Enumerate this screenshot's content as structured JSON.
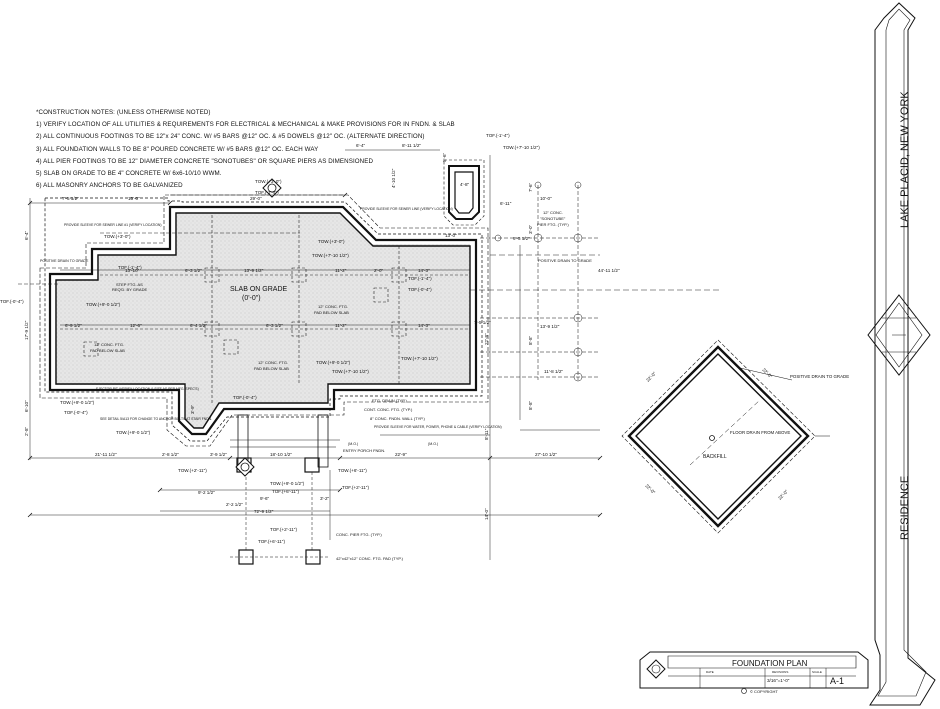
{
  "notes": {
    "heading": "*CONSTRUCTION NOTES: (UNLESS OTHERWISE NOTED)",
    "items": [
      "1) VERIFY LOCATION OF ALL UTILITIES & REQUIREMENTS FOR ELECTRICAL & MECHANICAL & MAKE PROVISIONS FOR IN FNDN. & SLAB",
      "2) ALL CONTINUOUS FOOTINGS TO BE 12\"x 24\" CONC. W/ #5 BARS @12\" OC. & #5 DOWELS @12\" OC. (ALTERNATE DIRECTION)",
      "3) ALL FOUNDATION WALLS TO BE 8\" POURED CONCRETE W/ #5 BARS @12\" OC. EACH WAY",
      "4) ALL PIER FOOTINGS TO BE 12\" DIAMETER CONCRETE \"SONOTUBES\" OR SQUARE PIERS AS DIMENSIONED",
      "5) SLAB ON GRADE TO BE 4\" CONCRETE W/ 6x6-10/10 WWM.",
      "6) ALL MASONRY ANCHORS TO BE GALVANIZED"
    ]
  },
  "plan": {
    "slab_title": "SLAB ON GRADE",
    "slab_elev": "(0'-0\")",
    "labels": {
      "tow_top": "TOW.(+3'-0\")",
      "tof_top": "TOF.(-1'-4\")",
      "tow_left": "TOW.(+3'-0\")",
      "tof_left": "TOF.(-1'-4\")",
      "tof_left_edge": "TOF.(-0'-4\")",
      "tow_mid": "TOW.(+3'-0\")",
      "tow_mid2": "TOW.(+7'-10 1/2\")",
      "tof_right1": "TOF.(-1'-4\")",
      "tof_right2": "TOF.(-0'-4\")",
      "tow_right": "TOW.(+7'-10 1/2\")",
      "tow_low_mid": "TOW.(+9'-0 1/2\")",
      "tow_low_mid2": "TOW.(+7'-10 1/2\")",
      "tof_low": "TOF.(-0'-4\")",
      "tow_low_left": "TOW.(+9'-0 1/2\")",
      "tof_low_left": "TOF.(-0'-4\")",
      "tow_low_left2": "TOW.(+9'-0 1/2\")",
      "tow_step": "TOW.(+9'-0 1/2\")",
      "tof_chim": "TOF.(-1'-4\")",
      "tow_chim": "TOW.(+7'-10 1/2\")",
      "step_ftg_1": "STEP FTG. AS",
      "step_ftg_2": "REQ'D. BY GRADE",
      "ftg_pad_1": "12\" CONC. FTG.",
      "ftg_pad_2": "PAD BELOW SLAB",
      "sleeve_left": "PROVIDE SLEEVE FOR SEWER LINE #1 (VERIFY LOCATION)",
      "sleeve_right": "PROVIDE SLEEVE FOR SEWER LINE (VERIFY LOCATION)",
      "positive_drain": "POSITIVE DRAIN TO GRADE",
      "ejector": "EJECTOR PIT (VERIFY LOCATION & SIZE AS PER MFG. SPEC'S)",
      "see_detail": "SEE DETAIL 5/A13 FOR CHANGE TO ANCHOR BOLTS AT STAIR FNDN.",
      "ftg_drain": "FTG. DRAIN (TYP.)",
      "cont_ftg": "CONT. CONC. FTG. (TYP.)",
      "fndn_wall": "8\" CONC. FNDN. WALL (TYP.)",
      "sleeve_water": "PROVIDE SLEEVE FOR WATER, POWER, PHONE & CABLE (VERIFY LOCATION)",
      "entry_porch": "ENTRY PORCH FNDN.",
      "tow_porch": "TOW.(+6'-11\")",
      "tof_porch": "TOF.(+2'-11\")",
      "tow_porch_l": "TOW.(+2'-11\")",
      "tow_porch_l2": "TOW.(+9'-0 1/2\")",
      "tof_porch_l2": "TOF.(+6'-11\")",
      "tof_pier1": "TOF.(+2'-11\")",
      "tof_pier2": "TOF.(+6'-11\")",
      "conc_pier": "CONC. PIER FTG. (TYP.)",
      "pad_42": "42\"x42\"x12\" CONC. FTG. PAD (TYP.)",
      "sonotube_1": "12\" CONC.",
      "sonotube_2": "\"SONOTUBE\"",
      "sonotube_3": "PIER FTG. (TYP.)",
      "mo1": "(M.O.)",
      "mo2": "(M.O.)"
    },
    "dims": {
      "d_29_0": "29'-0\"",
      "d_15_0": "15'-0\"",
      "d_7_5": "7'-5 1/2\"",
      "d_6_4": "6'-4\"",
      "d_8_11": "8'-11 1/2\"",
      "d_13_10": "13'-10\"",
      "d_6_3": "6'-3 1/2\"",
      "d_13_9": "13'-9 1/2\"",
      "d_11_2": "11'-2\"",
      "d_2_0": "2'-0\"",
      "d_14_3": "14'-3\"",
      "d_6_9": "6'-9 1/2\"",
      "d_12_6": "12'-6\"",
      "d_6_4b": "6'-4 1/2\"",
      "d_6_3b": "6'-3 1/2\"",
      "d_11_2b": "11'-2\"",
      "d_14_3b": "14'-3\"",
      "d_13_0": "13'-0\"",
      "d_10_0": "10'-0\"",
      "d_13_9b": "13'-9 1/2\"",
      "d_11_8": "11'-8 1/2\"",
      "d_44_11": "44'-11 1/2\"",
      "d_21_11": "21'-11 1/2\"",
      "d_22_9": "22'-9\"",
      "d_27_10": "27'-10 1/2\"",
      "d_2_8": "2'-8 1/2\"",
      "d_3_9": "3'-9 1/2\"",
      "d_18_10": "18'-10 1/2\"",
      "d_9_2": "9'-2 1/2\"",
      "d_9_6": "9'-6\"",
      "d_72_9": "72'-9 1/2\"",
      "d_3_2": "3'-2\"",
      "d_2_2": "2'-2 1/2\"",
      "d_14_0": "14'-0\"",
      "d_17_9": "17'-9 1/2\"",
      "d_22_8": "22'-8\"",
      "d_6_10": "6'-10\"",
      "d_8_11b": "8'-11\"",
      "d_4_10": "4'-10 1/2\"",
      "d_6_11": "6'-11\"",
      "d_5_6": "5'-6\"",
      "d_3_0": "3'-0\"",
      "d_7_6": "7'-6\"",
      "d_8_8": "8'-8\"",
      "d_9_5": "9'-5 1/2\"",
      "d_4_8": "4'-8\"",
      "d_8_8b": "8'-8\"",
      "d_7_5b": "7'-5 1/2\"",
      "d_3_9b": "3'-9\"",
      "d_2_8b": "2'-8\"",
      "d_22_0a": "22'-0\"",
      "d_22_0b": "22'-0\"",
      "d_22_0c": "22'-0\"",
      "d_22_0d": "22'-0\""
    }
  },
  "garage": {
    "positive_drain": "POSITIVE DRAIN TO GRADE",
    "floor_drain": "FLOOR DRAIN FROM ABOVE",
    "backfill": "BACKFILL"
  },
  "title_block": {
    "location": "LAKE PLACID, NEW YORK",
    "project": "RESIDENCE",
    "sheet_title": "FOUNDATION PLAN",
    "scale_value": "3/16\"=1'-0\"",
    "sheet_number": "A-1",
    "date_label": "DATE",
    "revisions_label": "REVISIONS",
    "scale_label": "SCALE",
    "copyright": "© COPYRIGHT"
  },
  "colors": {
    "ink": "#111111",
    "hatch": "#9a9a9a",
    "slab": "#e4e4e4"
  }
}
